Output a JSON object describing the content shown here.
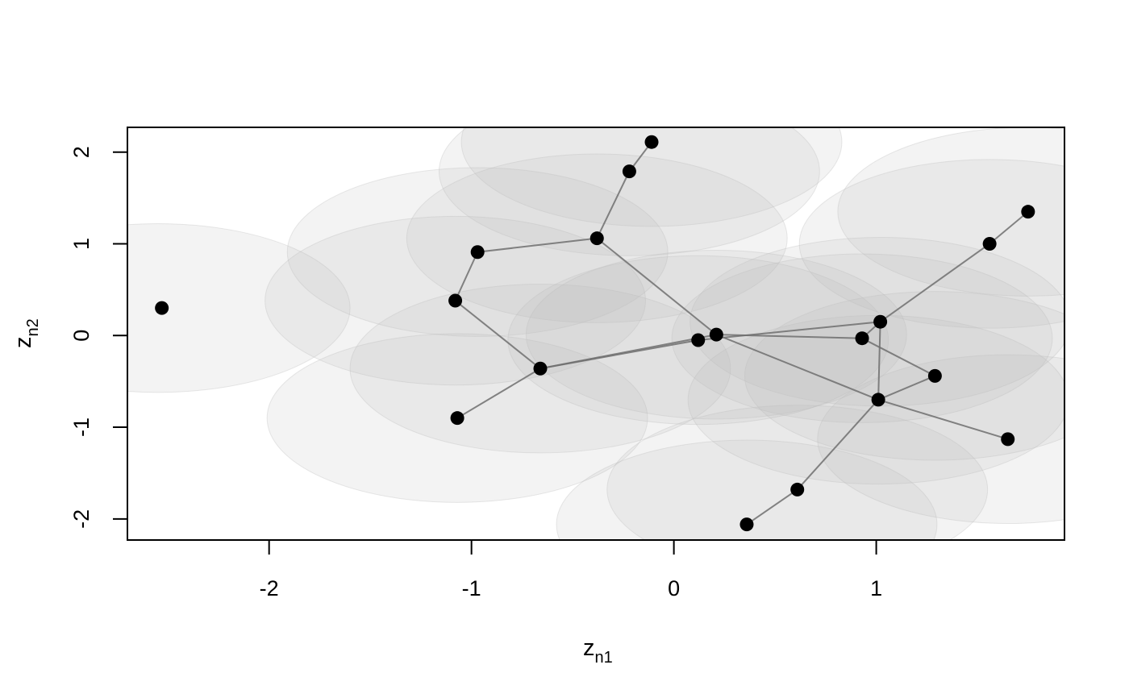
{
  "chart_data": {
    "type": "scatter",
    "title": "",
    "xlabel": {
      "main": "z",
      "sub": "n1"
    },
    "ylabel": {
      "main": "z",
      "sub": "n2"
    },
    "xlim": [
      -2.7,
      1.93
    ],
    "ylim": [
      -2.23,
      2.27
    ],
    "x_ticks": [
      -2,
      -1,
      0,
      1
    ],
    "y_ticks": [
      -2,
      -1,
      0,
      1,
      2
    ],
    "grid": false,
    "point_color": "#000000",
    "edge_color": "#6e6e6e",
    "ellipse_color": "#bdbdbd",
    "points": [
      {
        "id": 0,
        "x": -2.53,
        "y": 0.3
      },
      {
        "id": 1,
        "x": -1.07,
        "y": -0.9
      },
      {
        "id": 2,
        "x": -0.66,
        "y": -0.36
      },
      {
        "id": 3,
        "x": -1.08,
        "y": 0.38
      },
      {
        "id": 4,
        "x": -0.97,
        "y": 0.91
      },
      {
        "id": 5,
        "x": -0.38,
        "y": 1.06
      },
      {
        "id": 6,
        "x": -0.22,
        "y": 1.79
      },
      {
        "id": 7,
        "x": -0.11,
        "y": 2.11
      },
      {
        "id": 8,
        "x": 0.12,
        "y": -0.05
      },
      {
        "id": 9,
        "x": 0.21,
        "y": 0.01
      },
      {
        "id": 10,
        "x": 0.93,
        "y": -0.03
      },
      {
        "id": 11,
        "x": 1.02,
        "y": 0.15
      },
      {
        "id": 12,
        "x": 1.01,
        "y": -0.7
      },
      {
        "id": 13,
        "x": 1.29,
        "y": -0.44
      },
      {
        "id": 14,
        "x": 1.65,
        "y": -1.13
      },
      {
        "id": 15,
        "x": 1.56,
        "y": 1.0
      },
      {
        "id": 16,
        "x": 1.75,
        "y": 1.35
      },
      {
        "id": 17,
        "x": 0.61,
        "y": -1.68
      },
      {
        "id": 18,
        "x": 0.36,
        "y": -2.06
      }
    ],
    "edges": [
      [
        1,
        2
      ],
      [
        2,
        3
      ],
      [
        3,
        4
      ],
      [
        4,
        5
      ],
      [
        5,
        6
      ],
      [
        6,
        7
      ],
      [
        5,
        9
      ],
      [
        2,
        8
      ],
      [
        2,
        9
      ],
      [
        8,
        11
      ],
      [
        9,
        10
      ],
      [
        9,
        12
      ],
      [
        10,
        11
      ],
      [
        11,
        12
      ],
      [
        12,
        13
      ],
      [
        10,
        13
      ],
      [
        12,
        14
      ],
      [
        11,
        15
      ],
      [
        15,
        16
      ],
      [
        12,
        17
      ],
      [
        17,
        18
      ]
    ],
    "ellipses": [
      {
        "cx": -2.55,
        "cy": 0.3,
        "rx": 0.95,
        "ry": 0.92
      },
      {
        "cx": -1.07,
        "cy": -0.9,
        "rx": 0.94,
        "ry": 0.92
      },
      {
        "cx": -0.66,
        "cy": -0.36,
        "rx": 0.94,
        "ry": 0.92
      },
      {
        "cx": -1.08,
        "cy": 0.38,
        "rx": 0.94,
        "ry": 0.92
      },
      {
        "cx": -0.97,
        "cy": 0.91,
        "rx": 0.94,
        "ry": 0.92
      },
      {
        "cx": -0.38,
        "cy": 1.06,
        "rx": 0.94,
        "ry": 0.92
      },
      {
        "cx": -0.22,
        "cy": 1.79,
        "rx": 0.94,
        "ry": 0.92
      },
      {
        "cx": -0.11,
        "cy": 2.11,
        "rx": 0.94,
        "ry": 0.92
      },
      {
        "cx": 0.12,
        "cy": -0.05,
        "rx": 0.94,
        "ry": 0.92
      },
      {
        "cx": 0.21,
        "cy": 0.01,
        "rx": 0.94,
        "ry": 0.92
      },
      {
        "cx": 0.93,
        "cy": -0.03,
        "rx": 0.94,
        "ry": 0.92
      },
      {
        "cx": 1.02,
        "cy": 0.15,
        "rx": 0.94,
        "ry": 0.92
      },
      {
        "cx": 1.01,
        "cy": -0.7,
        "rx": 0.94,
        "ry": 0.92
      },
      {
        "cx": 1.29,
        "cy": -0.44,
        "rx": 0.94,
        "ry": 0.92
      },
      {
        "cx": 1.65,
        "cy": -1.13,
        "rx": 0.94,
        "ry": 0.92
      },
      {
        "cx": 1.56,
        "cy": 1.0,
        "rx": 0.94,
        "ry": 0.92
      },
      {
        "cx": 1.75,
        "cy": 1.35,
        "rx": 0.94,
        "ry": 0.92
      },
      {
        "cx": 0.61,
        "cy": -1.68,
        "rx": 0.94,
        "ry": 0.92
      },
      {
        "cx": 0.36,
        "cy": -2.06,
        "rx": 0.94,
        "ry": 0.92
      }
    ]
  }
}
